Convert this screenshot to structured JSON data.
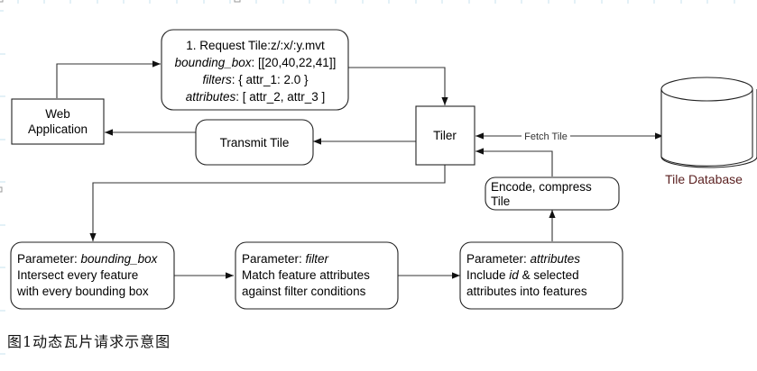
{
  "nodes": {
    "web_app": {
      "lines": [
        "Web",
        "Application"
      ]
    },
    "request": {
      "line1": "1. Request Tile:z/:x/:y.mvt",
      "bbox_key": "bounding_box",
      "bbox_val": ": [[20,40,22,41]]",
      "filters_key": "filters",
      "filters_val": ": { attr_1: 2.0 }",
      "attrs_key": "attributes",
      "attrs_val": ": [ attr_2, attr_3 ]"
    },
    "tiler": {
      "label": "Tiler"
    },
    "transmit": {
      "label": "Transmit Tile"
    },
    "encode": {
      "lines": [
        "Encode, compress",
        "Tile"
      ]
    },
    "database": {
      "label": "Tile Database"
    },
    "param_bbox": {
      "prefix": "Parameter: ",
      "key": "bounding_box",
      "lines": [
        "Intersect every feature",
        "with every bounding box"
      ]
    },
    "param_filter": {
      "prefix": "Parameter: ",
      "key": "filter",
      "lines": [
        "Match feature attributes",
        "against filter conditions"
      ]
    },
    "param_attrs": {
      "prefix": "Parameter: ",
      "key": "attributes",
      "line2_pre": "Include ",
      "line2_key": "id",
      "line2_post": " & selected",
      "line3": "attributes into features"
    }
  },
  "edges": {
    "fetch_label": "Fetch Tile"
  },
  "caption": "图1动态瓦片请求示意图",
  "colors": {
    "db_label": "#5a1f1f",
    "stroke": "#222222"
  }
}
